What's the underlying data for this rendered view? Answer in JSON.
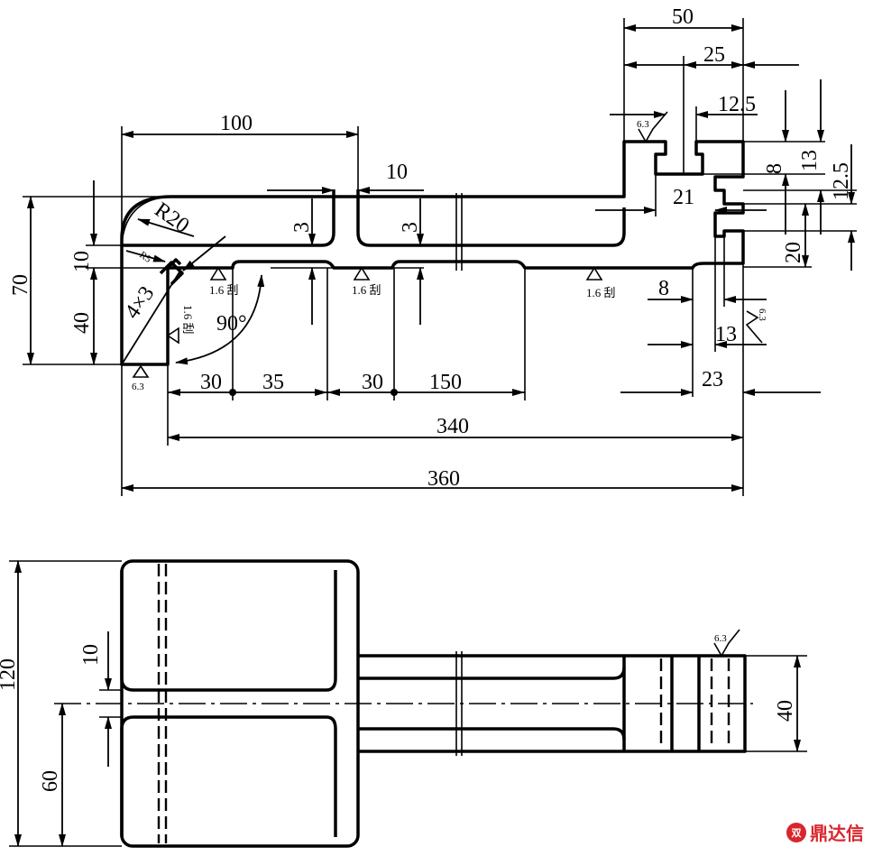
{
  "dimensions": {
    "d50": "50",
    "d25": "25",
    "d12_5_top": "12.5",
    "d100": "100",
    "d10_top": "10",
    "d8_right": "8",
    "d13_right": "13",
    "d12_5_right": "12.5",
    "d21": "21",
    "dR20": "R20",
    "d3_a": "3",
    "d3_b": "3",
    "d70": "70",
    "d10_left": "10",
    "dR5": "R5",
    "d4x3": "4×3",
    "d40_left": "40",
    "d90": "90°",
    "d20": "20",
    "d8_low": "8",
    "d13_low": "13",
    "d23": "23",
    "d30_a": "30",
    "d35": "35",
    "d30_b": "30",
    "d150": "150",
    "d340": "340",
    "d360": "360",
    "d120": "120",
    "d10_plan": "10",
    "d60": "60",
    "d40_plan": "40"
  },
  "surface_marks": {
    "r63_a": "6.3",
    "r63_b": "6.3",
    "r63_c": "6.3",
    "r63_d": "6.3",
    "r16_scrape_a": "1.6 刮",
    "r16_scrape_b": "1.6 刮",
    "r16_scrape_c": "1.6 刮",
    "r16_scrape_vertical": "1.6 刮"
  },
  "watermark": {
    "seal": "双",
    "brand": "鼎达信",
    "color": "#d8262d"
  }
}
